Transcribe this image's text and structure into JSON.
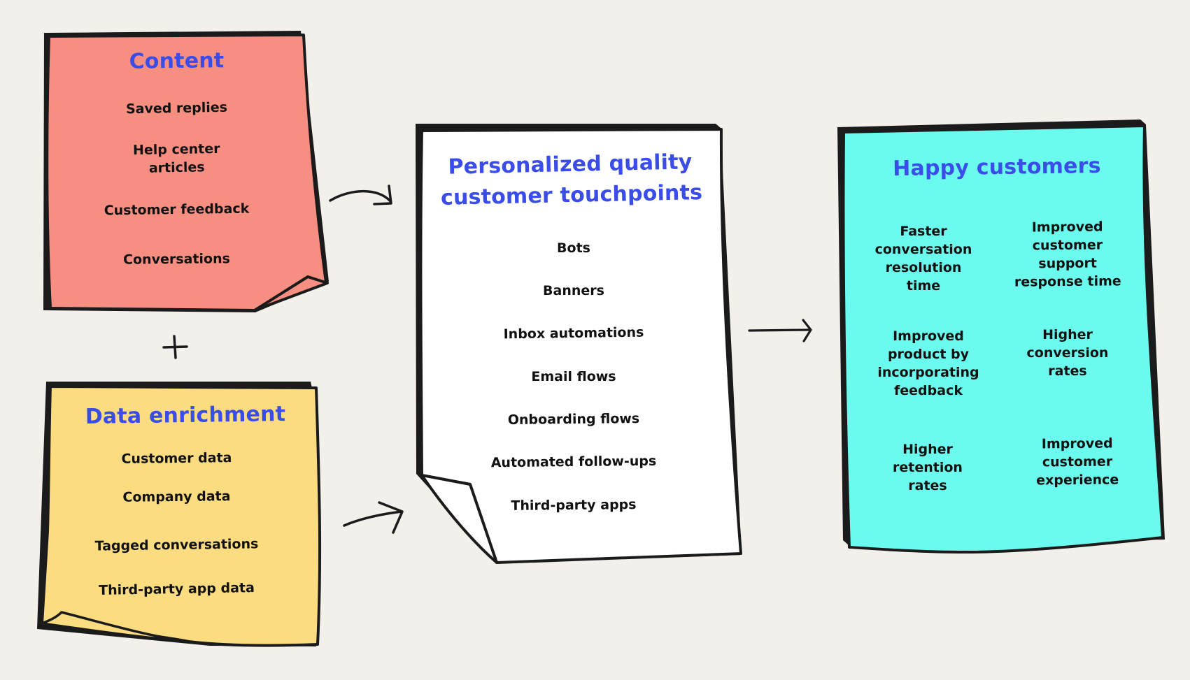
{
  "diagram": {
    "colors": {
      "background": "#f3f0eb",
      "outline": "#1c1b1c",
      "title_text": "#3a4de8",
      "body_text": "#111111",
      "content_card": "#f68f82",
      "data_card": "#fcdc80",
      "touchpoints_card": "#ffffff",
      "happy_card": "#6bfbee"
    },
    "content_card": {
      "title": "Content",
      "items": [
        "Saved replies",
        "Help center\narticles",
        "Customer feedback",
        "Conversations"
      ]
    },
    "plus_symbol": "+",
    "data_card": {
      "title": "Data enrichment",
      "items": [
        "Customer data",
        "Company data",
        "Tagged conversations",
        "Third-party app data"
      ]
    },
    "touchpoints_card": {
      "title_line1": "Personalized quality",
      "title_line2": "customer touchpoints",
      "items": [
        "Bots",
        "Banners",
        "Inbox automations",
        "Email flows",
        "Onboarding flows",
        "Automated follow-ups",
        "Third-party apps"
      ]
    },
    "happy_card": {
      "title": "Happy customers",
      "outcomes": [
        "Faster\nconversation\nresolution\ntime",
        "Improved\ncustomer\nsupport\nresponse time",
        "Improved\nproduct by\nincorporating\nfeedback",
        "Higher\nconversion\nrates",
        "Higher\nretention\nrates",
        "Improved\ncustomer\nexperience"
      ]
    },
    "arrows": [
      {
        "from": "content_card",
        "to": "touchpoints_card",
        "style": "curved"
      },
      {
        "from": "data_card",
        "to": "touchpoints_card",
        "style": "curved"
      },
      {
        "from": "touchpoints_card",
        "to": "happy_card",
        "style": "straight"
      }
    ]
  }
}
